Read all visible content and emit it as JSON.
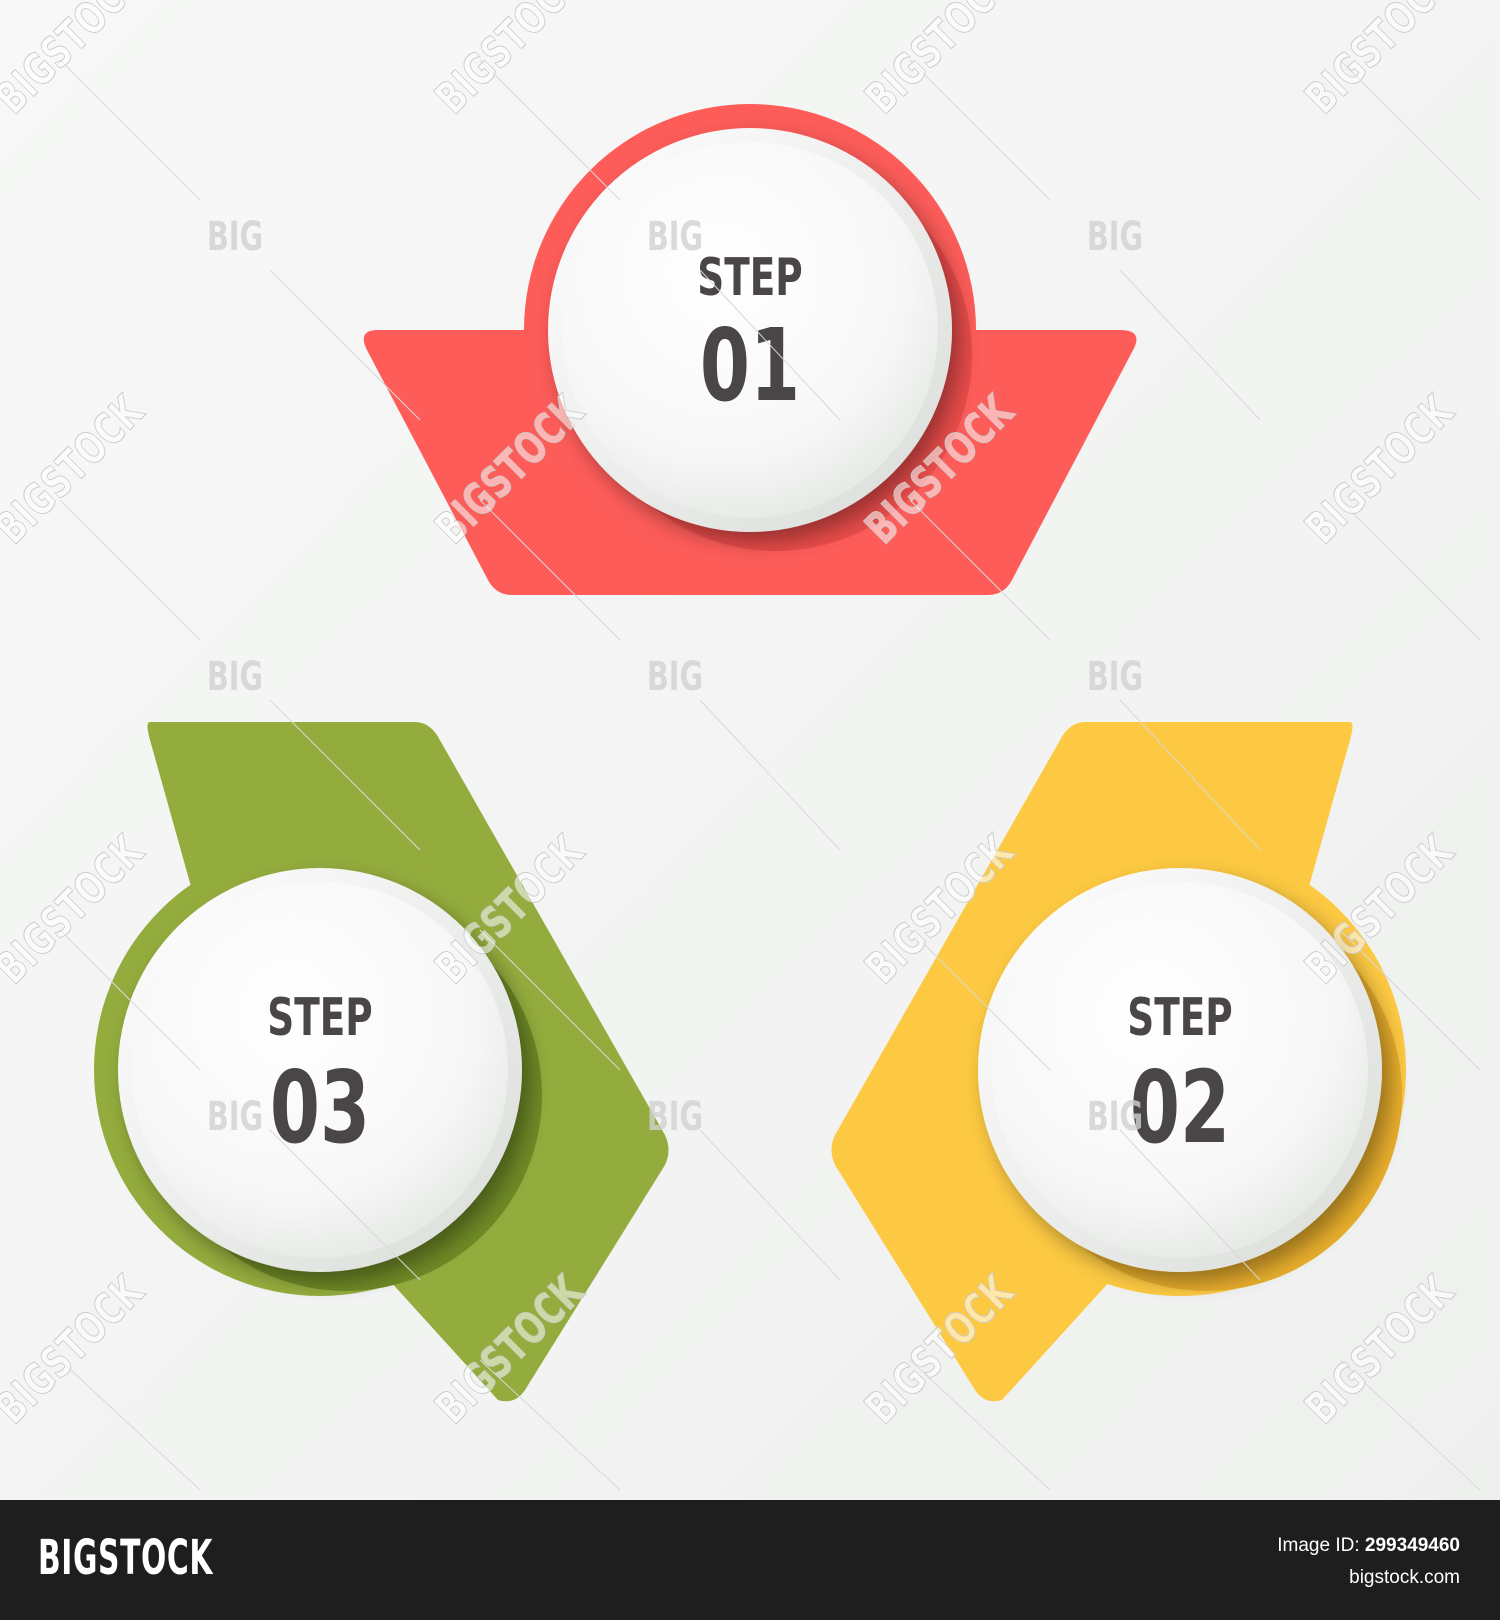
{
  "steps": [
    {
      "label": "STEP",
      "number": "01",
      "color": "#fd5c59",
      "shade": "#e84c4a"
    },
    {
      "label": "STEP",
      "number": "02",
      "color": "#fdc942",
      "shade": "#e7ad2c"
    },
    {
      "label": "STEP",
      "number": "03",
      "color": "#94ac3d",
      "shade": "#6f8a26"
    }
  ],
  "watermark": {
    "text": "BIGSTOCK",
    "short": "BIG"
  },
  "footer": {
    "logo": "BIGSTOCK",
    "image_id_label": "Image ID:",
    "image_id_value": "299349460",
    "site": "bigstock.com"
  }
}
